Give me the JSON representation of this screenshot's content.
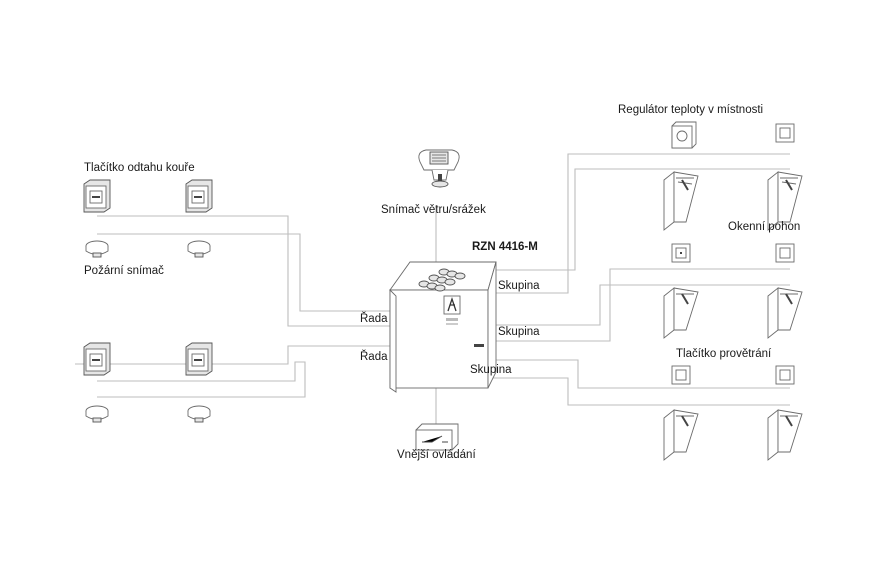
{
  "labels": {
    "smoke_button": "Tlačítko odtahu kouře",
    "fire_sensor": "Požární snímač",
    "wind_rain_sensor": "Snímač větru/srážek",
    "controller": "RZN 4416-M",
    "line_1": "Řada",
    "line_2": "Řada",
    "group_1": "Skupina",
    "group_2": "Skupina",
    "group_3": "Skupina",
    "external_control": "Vnější ovládání",
    "room_thermostat": "Regulátor teploty v místnosti",
    "window_drive": "Okenní pohon",
    "vent_button": "Tlačítko provětrání"
  },
  "colors": {
    "wire": "#bdbdbd",
    "device_stroke": "#6b6b6b",
    "text": "#1a1a1a"
  }
}
